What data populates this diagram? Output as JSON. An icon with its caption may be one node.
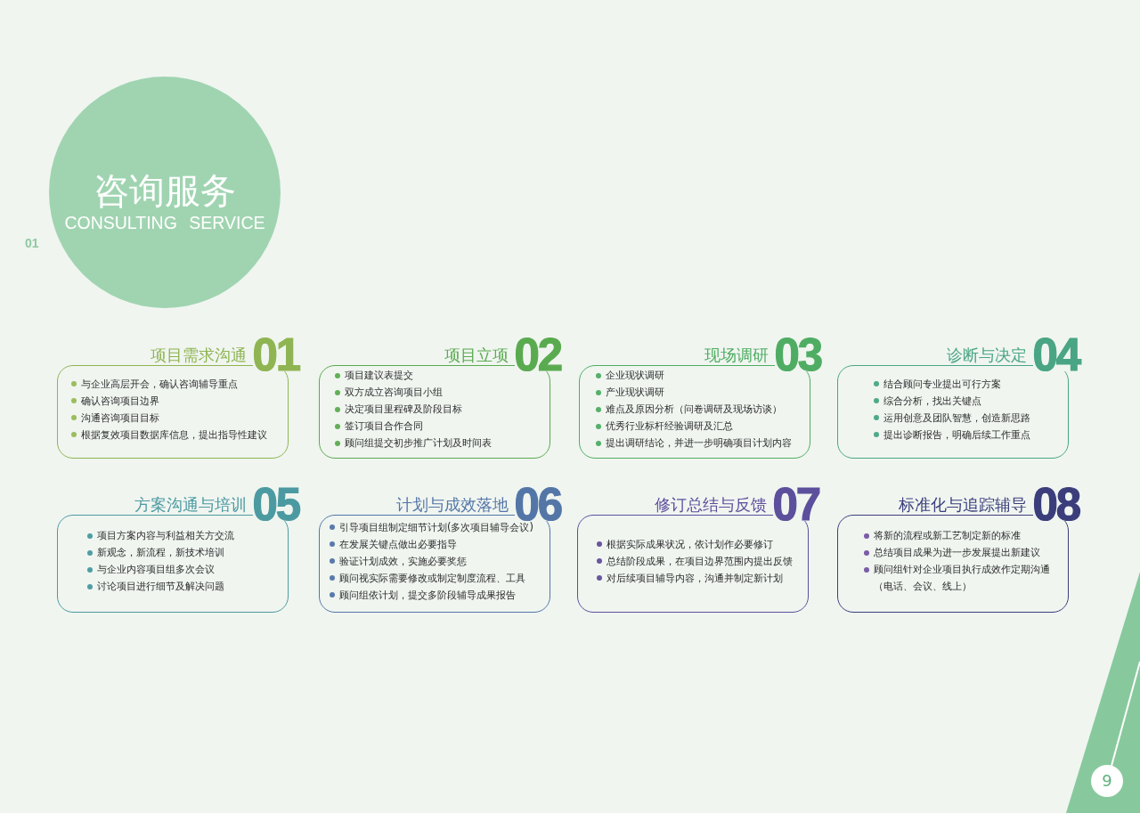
{
  "diagram": {
    "nodes": [
      {
        "text": [
          "咨询服务",
          "CONSULTING SERVICE"
        ]
      },
      {
        "text": [
          "项目需求沟通",
          "01",
          "与企业高层开会，确认咨询辅导重点",
          "确认咨询项目边界",
          "沟通咨询项目目标",
          "根据复效项目数据库信息，提出指导性建议"
        ]
      },
      {
        "text": [
          "项目立项",
          "02",
          "项目建议表提交",
          "双方成立咨询项目小组",
          "决定项目里程碑及阶段目标",
          "签订项目合作合同",
          "顾问组提交初步推广计划及时间表"
        ]
      },
      {
        "text": [
          "现场调研",
          "03",
          "企业现状调研",
          "产业现状调研",
          "难点及原因分析（问卷调研及现场访谈）",
          "优秀行业标杆经验调研及汇总",
          "提出调研结论，并进一步明确项目计划内容"
        ]
      },
      {
        "text": [
          "诊断与决定",
          "04",
          "结合顾问专业提出可行方案",
          "综合分析，找出关键点",
          "运用创意及团队智慧，创造新思路",
          "提出诊断报告，明确后续工作重点"
        ]
      },
      {
        "text": [
          "方案沟通与培训",
          "05",
          "项目方案内容与利益相关方交流",
          "新观念，新流程，新技术培训",
          "与企业内容项目组多次会议",
          "讨论项目进行细节及解决问题"
        ]
      },
      {
        "text": [
          "计划与成效落地",
          "06",
          "引导项目组制定细节计划(多次项目辅导会议)",
          "在发展关键点做出必要指导",
          "验证计划成效，实施必要奖惩",
          "顾问视实际需要修改或制定制度流程、工具",
          "顾问组依计划，提交多阶段辅导成果报告"
        ]
      },
      {
        "text": [
          "修订总结与反馈",
          "07",
          "根据实际成果状况，依计划作必要修订",
          "总结阶段成果，在项目边界范围内提出反馈",
          "对后续项目辅导内容，沟通并制定新计划"
        ]
      },
      {
        "text": [
          "标准化与追踪辅导",
          "08",
          "将新的流程或新工艺制定新的标准",
          "总结项目成果为进一步发展提出新建议",
          "顾问组针对企业项目执行成效作定期沟通（电话、会议、线上）"
        ]
      },
      {
        "text": [
          "9"
        ]
      }
    ],
    "labels": [
      "01"
    ]
  }
}
